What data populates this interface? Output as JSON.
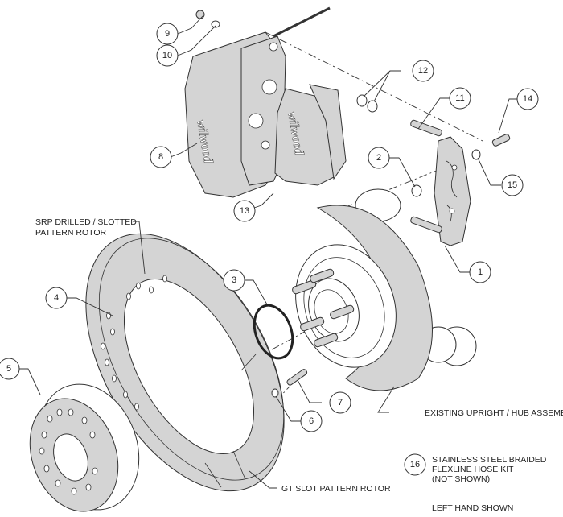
{
  "diagram": {
    "title": "Brake kit exploded view",
    "brand_mark": "wilwood",
    "labels": {
      "srp_rotor": [
        "SRP DRILLED / SLOTTED",
        "PATTERN ROTOR"
      ],
      "gt_rotor": "GT SLOT PATTERN ROTOR",
      "hub_assembly": "EXISTING UPRIGHT / HUB ASSEMBLY",
      "hose_kit": [
        "STAINLESS STEEL BRAIDED",
        "FLEXLINE HOSE KIT",
        "(NOT SHOWN)"
      ],
      "left_hand": "LEFT HAND SHOWN"
    },
    "callouts": [
      {
        "id": "1",
        "part": "caliper-bracket"
      },
      {
        "id": "2",
        "part": "washer"
      },
      {
        "id": "3",
        "part": "o-ring"
      },
      {
        "id": "4",
        "part": "rotor"
      },
      {
        "id": "5",
        "part": "hat"
      },
      {
        "id": "6",
        "part": "washer"
      },
      {
        "id": "7",
        "part": "bolt"
      },
      {
        "id": "8",
        "part": "caliper"
      },
      {
        "id": "9",
        "part": "nut"
      },
      {
        "id": "10",
        "part": "washer"
      },
      {
        "id": "11",
        "part": "stud"
      },
      {
        "id": "12",
        "part": "shims"
      },
      {
        "id": "13",
        "part": "brake-pads"
      },
      {
        "id": "14",
        "part": "bolt"
      },
      {
        "id": "15",
        "part": "washer"
      },
      {
        "id": "16",
        "part": "hose-kit"
      }
    ]
  }
}
